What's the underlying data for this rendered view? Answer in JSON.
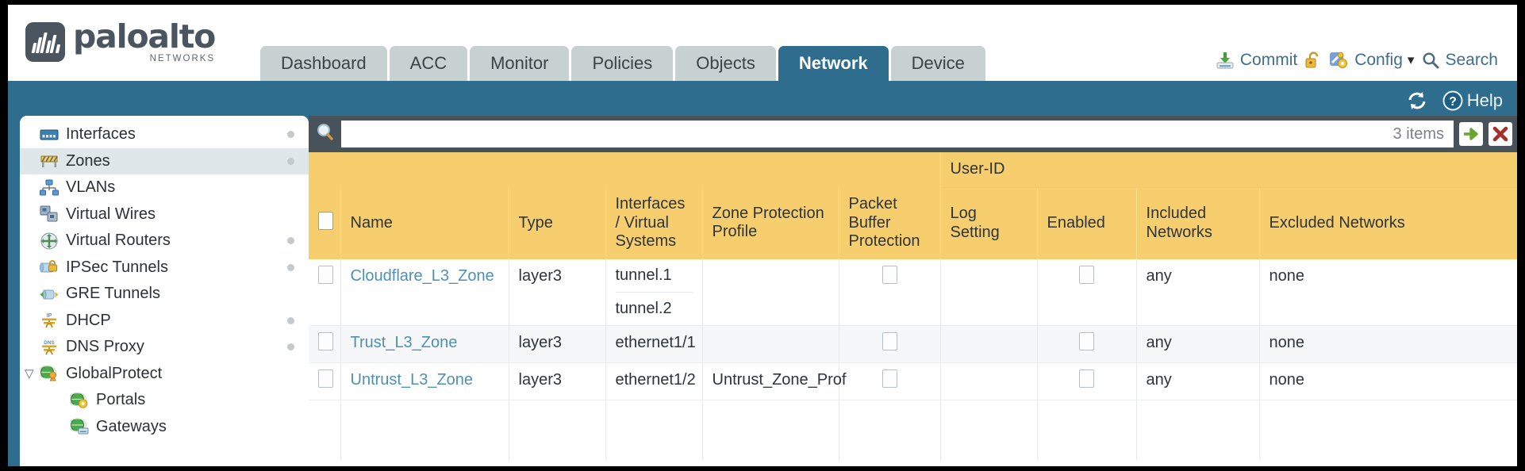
{
  "brand": {
    "name": "paloalto",
    "tagline": "NETWORKS"
  },
  "tabs": [
    {
      "label": "Dashboard",
      "active": false
    },
    {
      "label": "ACC",
      "active": false
    },
    {
      "label": "Monitor",
      "active": false
    },
    {
      "label": "Policies",
      "active": false
    },
    {
      "label": "Objects",
      "active": false
    },
    {
      "label": "Network",
      "active": true
    },
    {
      "label": "Device",
      "active": false
    }
  ],
  "header_actions": {
    "commit": "Commit",
    "lock": "",
    "config": "Config",
    "config_caret": "▾",
    "search": "Search"
  },
  "blue_toolbar": {
    "refresh": "",
    "help": "Help"
  },
  "sidebar": {
    "items": [
      {
        "label": "Interfaces",
        "icon": "interfaces-icon",
        "dot": true,
        "child": false,
        "twisty": "",
        "selected": false
      },
      {
        "label": "Zones",
        "icon": "zones-icon",
        "dot": true,
        "child": false,
        "twisty": "",
        "selected": true
      },
      {
        "label": "VLANs",
        "icon": "vlans-icon",
        "dot": false,
        "child": false,
        "twisty": "",
        "selected": false
      },
      {
        "label": "Virtual Wires",
        "icon": "virtual-wires-icon",
        "dot": false,
        "child": false,
        "twisty": "",
        "selected": false
      },
      {
        "label": "Virtual Routers",
        "icon": "virtual-routers-icon",
        "dot": true,
        "child": false,
        "twisty": "",
        "selected": false
      },
      {
        "label": "IPSec Tunnels",
        "icon": "ipsec-tunnels-icon",
        "dot": true,
        "child": false,
        "twisty": "",
        "selected": false
      },
      {
        "label": "GRE Tunnels",
        "icon": "gre-tunnels-icon",
        "dot": false,
        "child": false,
        "twisty": "",
        "selected": false
      },
      {
        "label": "DHCP",
        "icon": "dhcp-icon",
        "dot": true,
        "child": false,
        "twisty": "",
        "selected": false
      },
      {
        "label": "DNS Proxy",
        "icon": "dns-proxy-icon",
        "dot": true,
        "child": false,
        "twisty": "",
        "selected": false
      },
      {
        "label": "GlobalProtect",
        "icon": "globalprotect-icon",
        "dot": false,
        "child": false,
        "twisty": "▽",
        "selected": false
      },
      {
        "label": "Portals",
        "icon": "portals-icon",
        "dot": false,
        "child": true,
        "twisty": "",
        "selected": false
      },
      {
        "label": "Gateways",
        "icon": "gateways-icon",
        "dot": false,
        "child": true,
        "twisty": "",
        "selected": false
      }
    ]
  },
  "search": {
    "value": "",
    "placeholder": "",
    "items_count": "3 items",
    "go_icon": "➡",
    "clear_icon": "✖"
  },
  "table": {
    "group_header": "User-ID",
    "columns": [
      "Name",
      "Type",
      "Interfaces / Virtual Systems",
      "Zone Protection Profile",
      "Packet Buffer Protection",
      "Log Setting",
      "Enabled",
      "Included Networks",
      "Excluded Networks"
    ],
    "rows": [
      {
        "selected": false,
        "name": "Cloudflare_L3_Zone",
        "type": "layer3",
        "interfaces": [
          "tunnel.1",
          "tunnel.2"
        ],
        "zone_protection_profile": "",
        "packet_buffer_protection": false,
        "log_setting": "",
        "userid_enabled": false,
        "included_networks": "any",
        "excluded_networks": "none"
      },
      {
        "selected": false,
        "name": "Trust_L3_Zone",
        "type": "layer3",
        "interfaces": [
          "ethernet1/1"
        ],
        "zone_protection_profile": "",
        "packet_buffer_protection": false,
        "log_setting": "",
        "userid_enabled": false,
        "included_networks": "any",
        "excluded_networks": "none"
      },
      {
        "selected": false,
        "name": "Untrust_L3_Zone",
        "type": "layer3",
        "interfaces": [
          "ethernet1/2"
        ],
        "zone_protection_profile": "Untrust_Zone_Prof",
        "packet_buffer_protection": false,
        "log_setting": "",
        "userid_enabled": false,
        "included_networks": "any",
        "excluded_networks": "none"
      }
    ]
  },
  "colors": {
    "brand_slate": "#4a5560",
    "tab_inactive": "#c7d1d2",
    "tab_active": "#2f6d8f",
    "body_blue": "#2f6d8f",
    "panel_dark": "#48525a",
    "header_amber": "#f7ce6e",
    "group_amber": "#e8b949",
    "link_blue": "#4e90b5"
  }
}
